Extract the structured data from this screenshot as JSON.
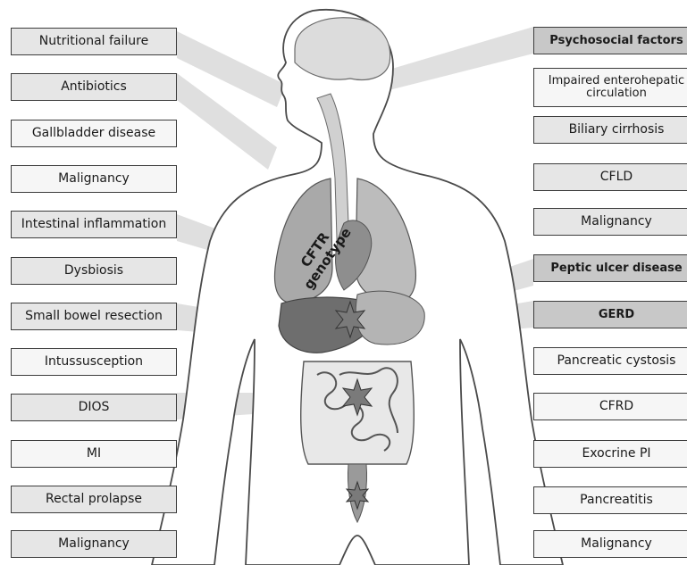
{
  "left_labels": [
    "Nutritional failure",
    "Antibiotics",
    "Gallbladder disease",
    "Malignancy",
    "Intestinal inflammation",
    "Dysbiosis",
    "Small bowel resection",
    "Intussusception",
    "DIOS",
    "MI",
    "Rectal prolapse",
    "Malignancy"
  ],
  "right_labels": [
    "Psychosocial factors",
    "Impaired enterohepatic circulation",
    "Biliary cirrhosis",
    "CFLD",
    "Malignancy",
    "Peptic ulcer disease",
    "GERD",
    "Pancreatic cystosis",
    "CFRD",
    "Exocrine PI",
    "Pancreatitis",
    "Malignancy"
  ],
  "center_label_line1": "CFTR",
  "center_label_line2": "genotype"
}
